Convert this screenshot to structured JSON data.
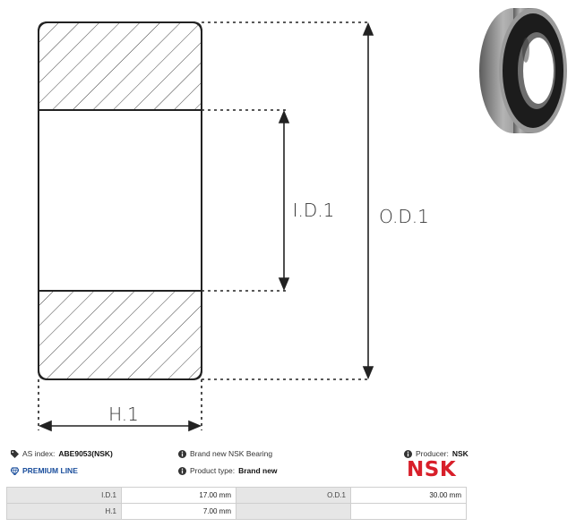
{
  "diagram": {
    "labels": {
      "height": "H.1",
      "inner_diameter": "I.D.1",
      "outer_diameter": "O.D.1"
    }
  },
  "product_info": {
    "as_index_label": "AS index:",
    "as_index_value": "ABE9053(NSK)",
    "premium_line": "PREMIUM LINE",
    "brand_new": "Brand new NSK Bearing",
    "product_type_label": "Product type:",
    "product_type_value": "Brand new",
    "producer_label": "Producer:",
    "producer_value": "NSK",
    "logo_text": "NSK"
  },
  "specs": {
    "rows": [
      {
        "label1": "I.D.1",
        "value1": "17.00 mm",
        "label2": "O.D.1",
        "value2": "30.00 mm"
      },
      {
        "label1": "H.1",
        "value1": "7.00 mm",
        "label2": "",
        "value2": ""
      }
    ]
  },
  "colors": {
    "brand": "#d81f2a",
    "premium": "#1a4e9c"
  },
  "icons": [
    "tag-icon",
    "diamond-icon",
    "info-icon"
  ]
}
